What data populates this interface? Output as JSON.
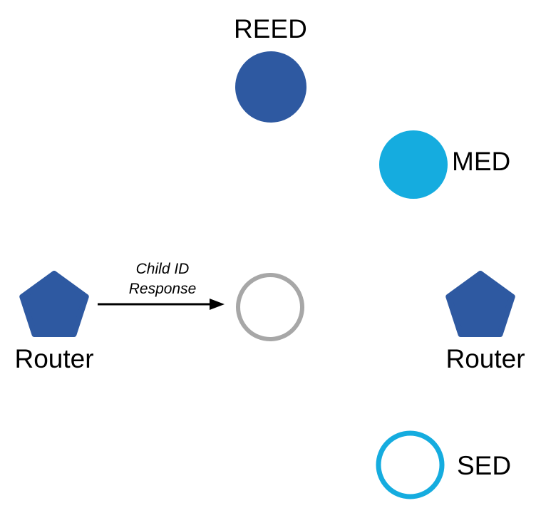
{
  "colors": {
    "node_blue": "#2E59A1",
    "node_cyan": "#15ACDF",
    "outline_gray": "#A7A7A7",
    "arrow_black": "#000000",
    "white": "#FFFFFF"
  },
  "nodes": {
    "reed": {
      "label": "REED"
    },
    "med": {
      "label": "MED"
    },
    "router_left": {
      "label": "Router"
    },
    "router_right": {
      "label": "Router"
    },
    "sed": {
      "label": "SED"
    }
  },
  "arrow": {
    "label": "Child ID\nResponse"
  }
}
